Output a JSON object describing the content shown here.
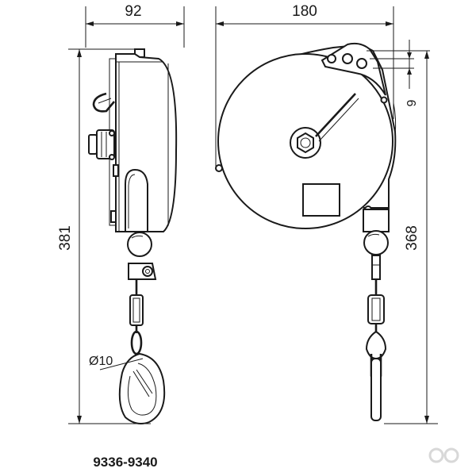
{
  "dimensions": {
    "side_width": "92",
    "front_width": "180",
    "total_height": "381",
    "body_height": "368",
    "hole_pitch": "9",
    "hook_diameter": "Ø10"
  },
  "model_range": "9336-9340",
  "colors": {
    "line": "#1a1a1a",
    "logo": "#d8d8d8",
    "background": "#ffffff"
  },
  "icons": {
    "brand_logo": "double-ring-logo-icon"
  }
}
